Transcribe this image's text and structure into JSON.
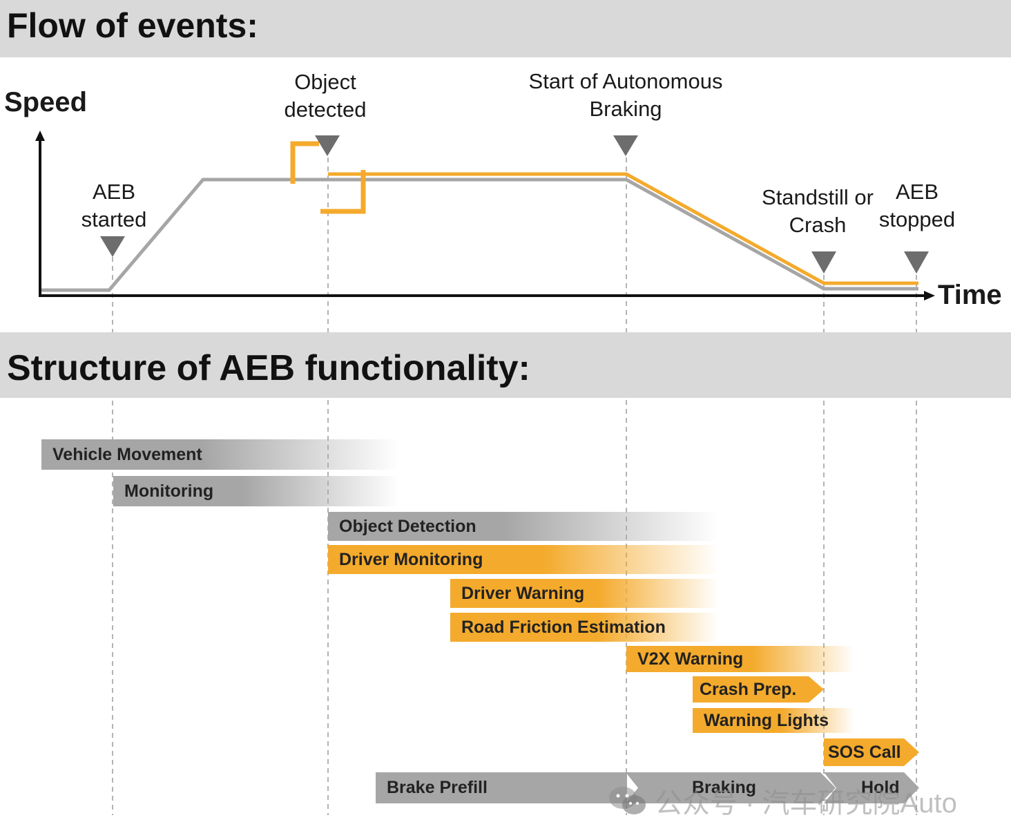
{
  "headers": {
    "flow_title": "Flow of events:",
    "structure_title": "Structure of AEB functionality:"
  },
  "axes": {
    "y_label": "Speed",
    "x_label": "Time"
  },
  "events": {
    "aeb_started": "AEB\nstarted",
    "object_detected": "Object\ndetected",
    "start_braking": "Start of Autonomous\nBraking",
    "standstill": "Standstill or\nCrash",
    "aeb_stopped": "AEB\nstopped"
  },
  "bars": {
    "vehicle_movement": "Vehicle Movement",
    "monitoring": "Monitoring",
    "object_detection": "Object Detection",
    "driver_monitoring": "Driver Monitoring",
    "driver_warning": "Driver Warning",
    "road_friction": "Road Friction Estimation",
    "v2x_warning": "V2X Warning",
    "crash_prep": "Crash Prep.",
    "warning_lights": "Warning Lights",
    "sos_call": "SOS Call",
    "brake_prefill": "Brake Prefill",
    "braking": "Braking",
    "hold": "Hold"
  },
  "watermark": "公众号 · 汽车研究院Auto",
  "colors": {
    "orange": "#f4aa2c",
    "gray": "#a6a6a6",
    "header_bg": "#d9d9d9",
    "marker": "#6d6d6d"
  }
}
